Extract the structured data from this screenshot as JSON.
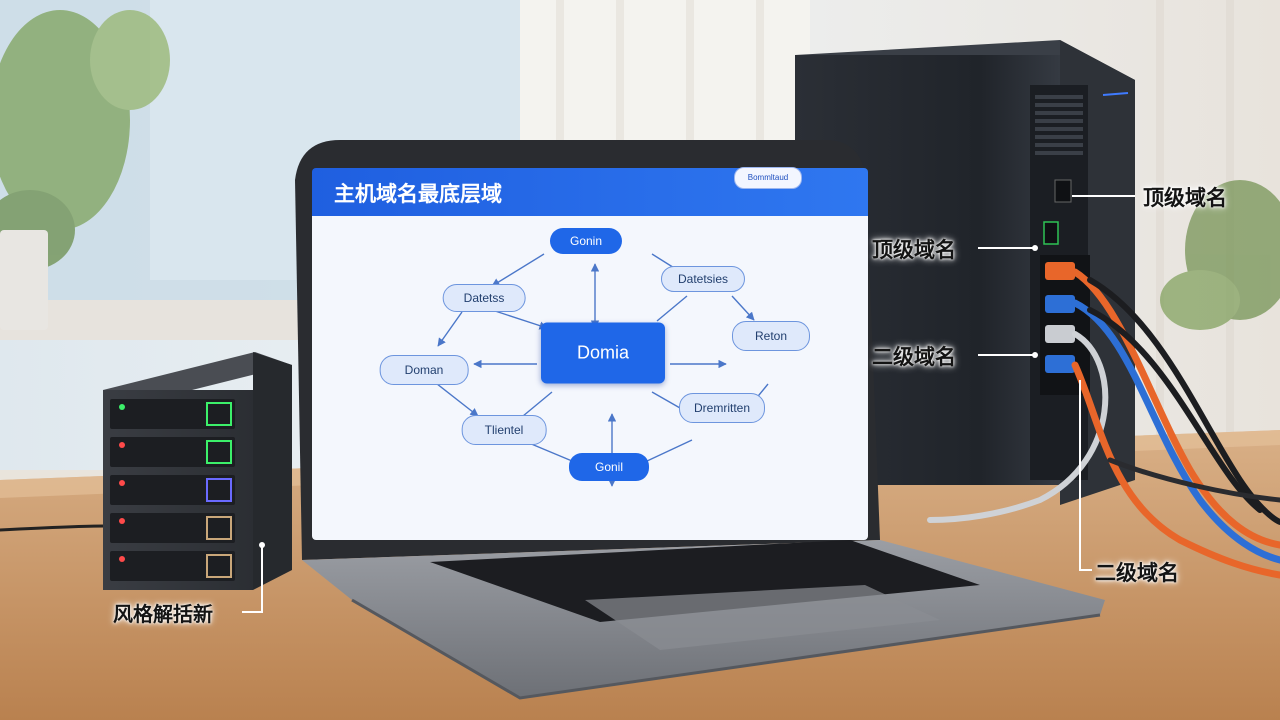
{
  "screen": {
    "title": "主机域名最底层域",
    "badge": "Bommltaud",
    "nodes": {
      "top": "Gonin",
      "upper_left": "Datetss",
      "upper_right": "Datetsies",
      "left": "Doman",
      "center": "Domia",
      "right": "Reton",
      "lower_left": "Tlientel",
      "lower_right": "Dremritten",
      "bottom": "Gonil"
    }
  },
  "callouts": {
    "server_top_right": "顶级域名",
    "server_left_upper": "顶级域名",
    "server_left_lower": "二级域名",
    "cables_bottom": "二级域名",
    "small_server": "风格解括新"
  },
  "colors": {
    "screen_header": "#1f5fe0",
    "node_blue": "#1f67e8",
    "node_light": "#dfe9fb",
    "cable_orange": "#e8662a",
    "cable_blue": "#2d6fd6"
  }
}
